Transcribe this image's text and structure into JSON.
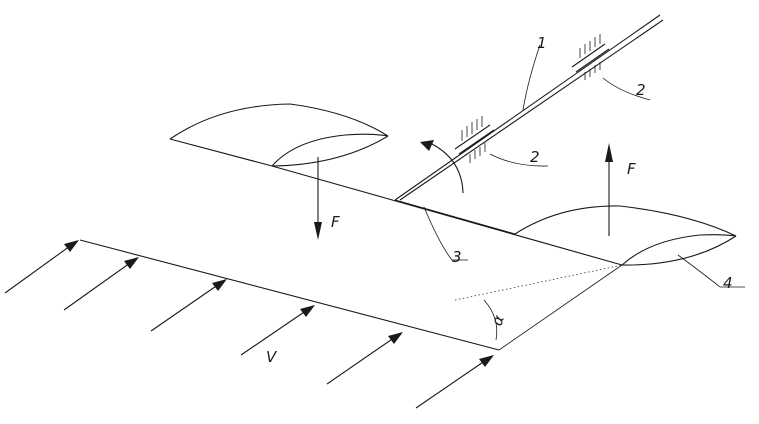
{
  "labels": {
    "part_1": "1",
    "part_2_upper": "2",
    "part_2_lower": "2",
    "part_3": "3",
    "part_4": "4",
    "force_left": "F",
    "force_right": "F",
    "velocity": "V",
    "angle": "α"
  }
}
